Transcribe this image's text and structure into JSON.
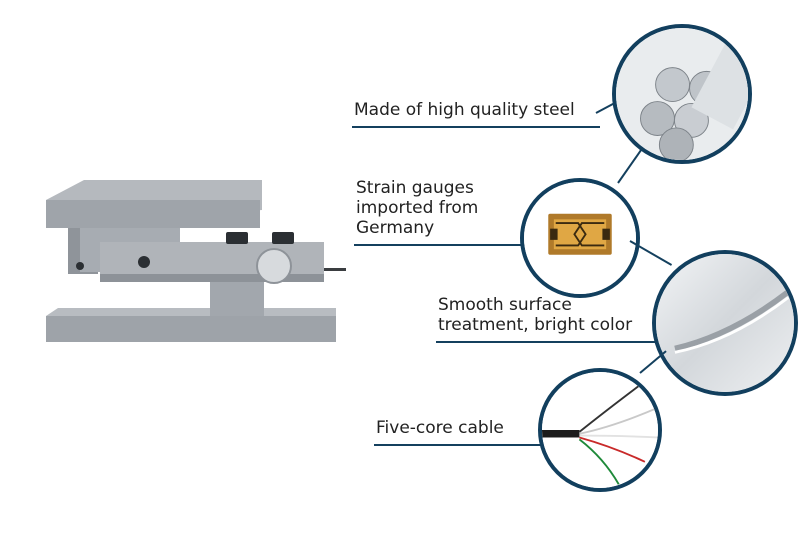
{
  "features": [
    {
      "lines": [
        "Made of high quality steel"
      ],
      "image": "steel-rods-photo"
    },
    {
      "lines": [
        "Strain gauges",
        "imported from",
        "Germany"
      ],
      "image": "strain-gauge-photo"
    },
    {
      "lines": [
        "Smooth surface",
        "treatment, bright color"
      ],
      "image": "polished-surface-photo"
    },
    {
      "lines": [
        "Five-core cable"
      ],
      "image": "cable-wires-photo"
    }
  ],
  "colors": {
    "accent": "#123f5e",
    "metal": "#a8adb3"
  }
}
